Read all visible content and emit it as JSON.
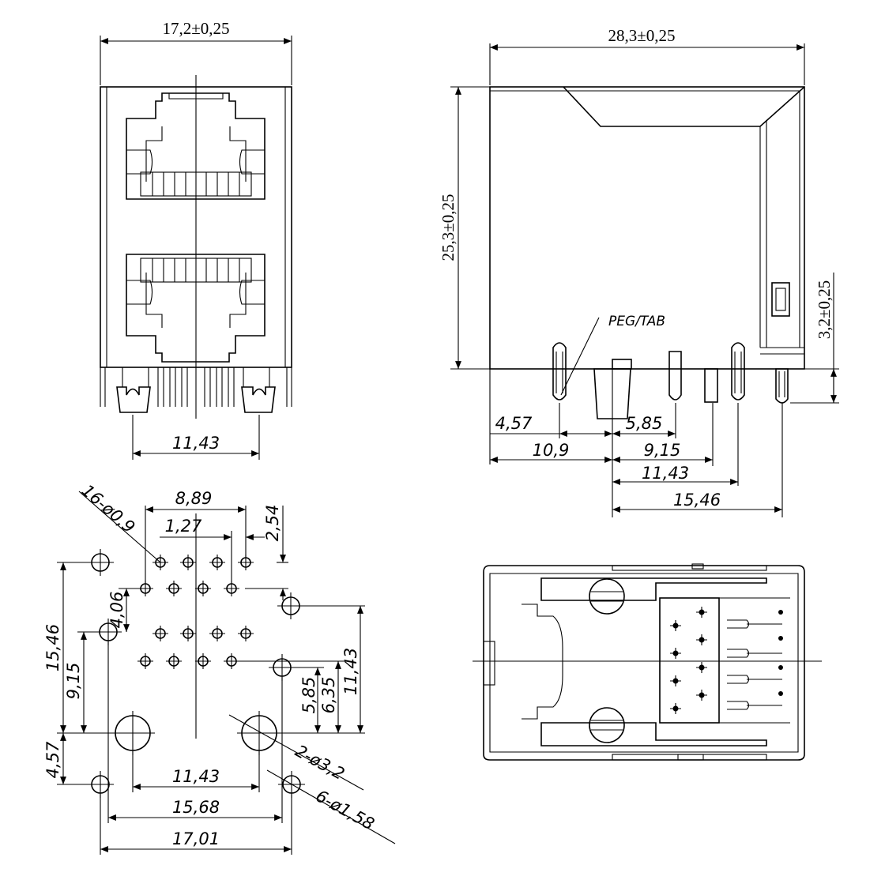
{
  "front_view": {
    "width_dim": "17,2±0,25",
    "post_spacing_dim": "11,43"
  },
  "side_view": {
    "width_dim": "28,3±0,25",
    "height_dim": "25,3±0,25",
    "tab_height_dim": "3,2±0,25",
    "peg_label": "PEG/TAB",
    "dims": [
      "4,57",
      "5,85",
      "10,9",
      "9,15",
      "11,43",
      "15,46"
    ]
  },
  "footprint_view": {
    "pin_hole_label": "16-ø0,9",
    "dims_top": [
      "8,89",
      "1,27",
      "2,54"
    ],
    "dims_left": [
      "15,46",
      "9,15",
      "4,57",
      "4,06"
    ],
    "dims_right": [
      "5,85",
      "6,35",
      "11,43"
    ],
    "dims_bottom": [
      "11,43",
      "15,68",
      "17,01"
    ],
    "hole_labels": [
      "2-ø3,2",
      "6-ø1,58"
    ]
  },
  "bottom_view": {}
}
